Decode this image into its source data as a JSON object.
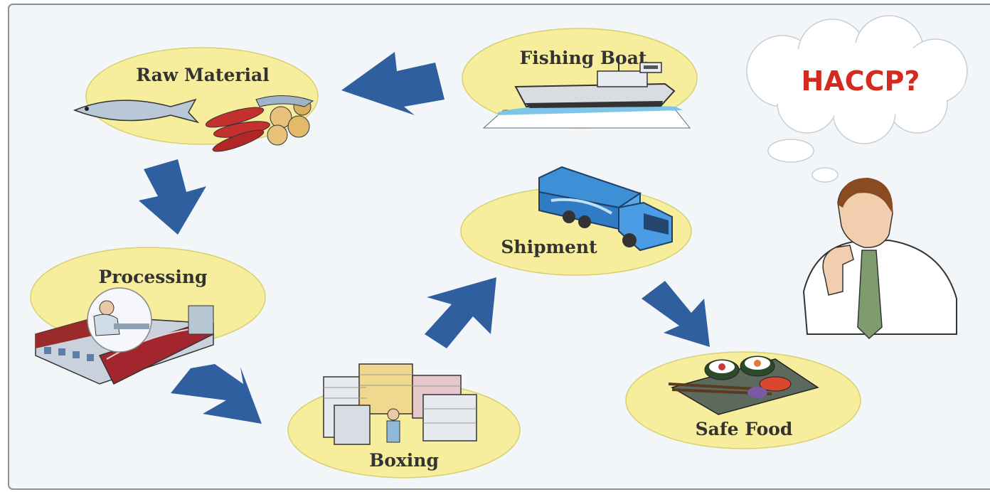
{
  "diagram": {
    "thought": "HACCP?",
    "stages": {
      "fishing_boat": "Fishing Boat",
      "raw_material": "Raw Material",
      "processing": "Processing",
      "boxing": "Boxing",
      "shipment": "Shipment",
      "safe_food": "Safe Food"
    },
    "colors": {
      "background": "#f2f6f9",
      "frame": "#8a9096",
      "ellipse": "#f6ee9c",
      "arrow": "#2f5f9f",
      "thought_text": "#d42a1f"
    }
  }
}
